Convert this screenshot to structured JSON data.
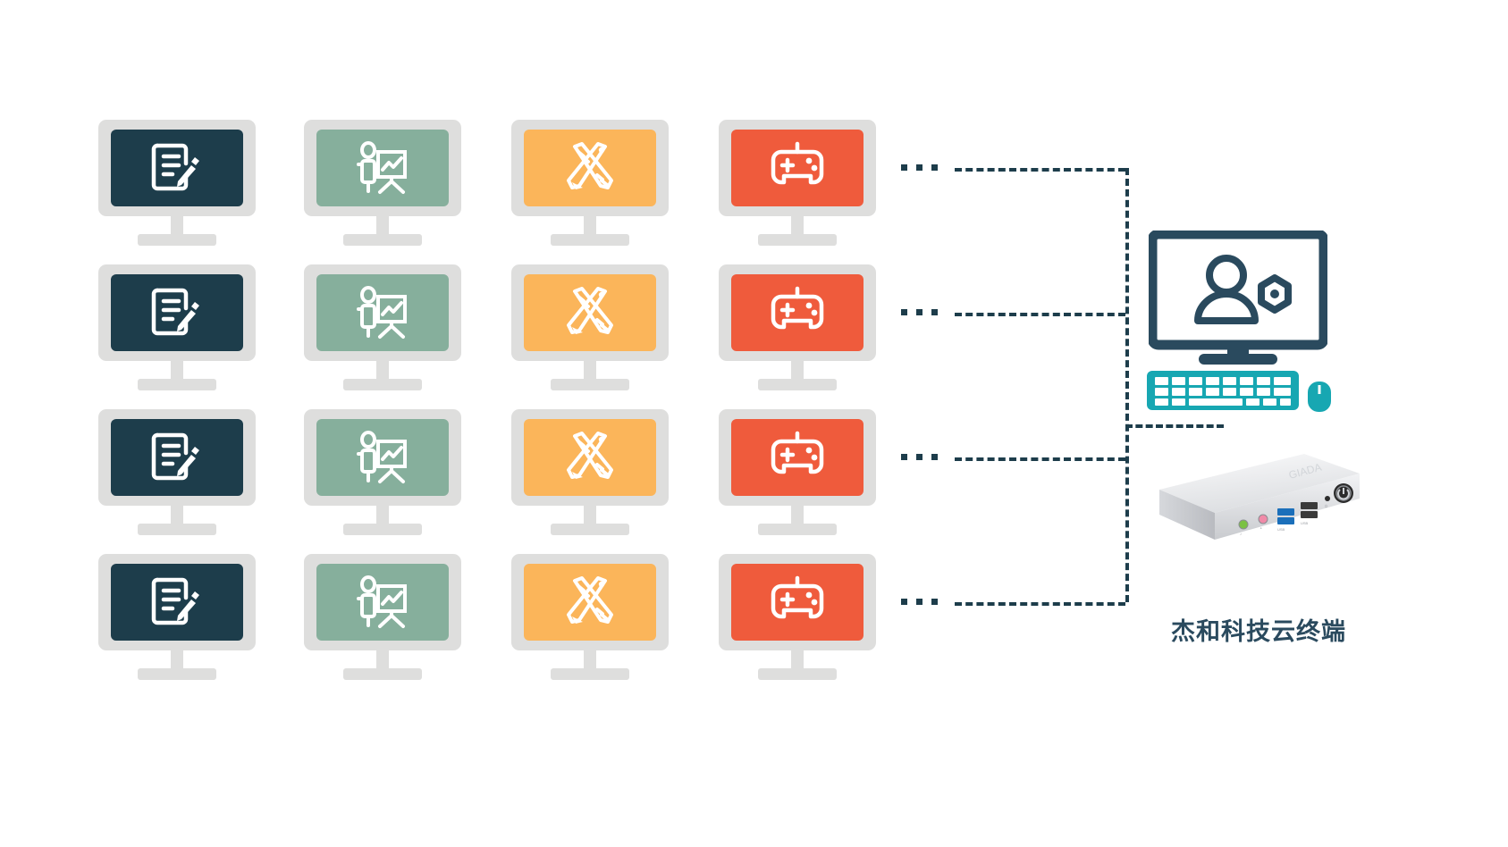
{
  "diagram": {
    "title": "Cloud terminal topology diagram",
    "background_color": "#ffffff",
    "connector_color": "#1d3d4b",
    "bezel_color": "#dededd"
  },
  "clients": {
    "columns": [
      {
        "id": "document",
        "icon": "document-edit-icon",
        "label": "Document editing workstation",
        "screen_color": "#1d3d4b",
        "glyph_color": "#ffffff"
      },
      {
        "id": "presentation",
        "icon": "presentation-chart-icon",
        "label": "Presentation / training workstation",
        "screen_color": "#86af9c",
        "glyph_color": "#ffffff"
      },
      {
        "id": "design",
        "icon": "pencil-ruler-icon",
        "label": "Design workstation",
        "screen_color": "#fbb55a",
        "glyph_color": "#ffffff"
      },
      {
        "id": "gaming",
        "icon": "gamepad-icon",
        "label": "Gaming workstation",
        "screen_color": "#ef5b3c",
        "glyph_color": "#ffffff"
      }
    ],
    "row_count": 4,
    "column_count": 4,
    "ellipsis_text": "..."
  },
  "server": {
    "monitor": {
      "icon": "user-admin-monitor-icon",
      "label": "Management console",
      "frame_color": "#2a4a5e",
      "screen_color": "#ffffff"
    },
    "keyboard": {
      "icon": "keyboard-icon",
      "label": "Keyboard",
      "color": "#17a7b2"
    },
    "mouse": {
      "icon": "mouse-icon",
      "label": "Mouse",
      "color": "#17a7b2"
    },
    "device": {
      "icon": "thin-client-box-icon",
      "label": "Cloud terminal host box",
      "ports": [
        {
          "name": "audio-out-jack",
          "color": "#7ac143"
        },
        {
          "name": "microphone-jack",
          "color": "#f08aa8"
        },
        {
          "name": "usb-port-1",
          "color": "#1b6fba"
        },
        {
          "name": "usb-port-2",
          "color": "#1b6fba"
        },
        {
          "name": "usb-port-3",
          "color": "#3a3a3a"
        },
        {
          "name": "usb-port-4",
          "color": "#3a3a3a"
        },
        {
          "name": "reset-pinhole",
          "color": "#2c2c2c"
        },
        {
          "name": "power-button",
          "color": "#2c2c2c"
        }
      ]
    },
    "caption": "杰和科技云终端"
  }
}
